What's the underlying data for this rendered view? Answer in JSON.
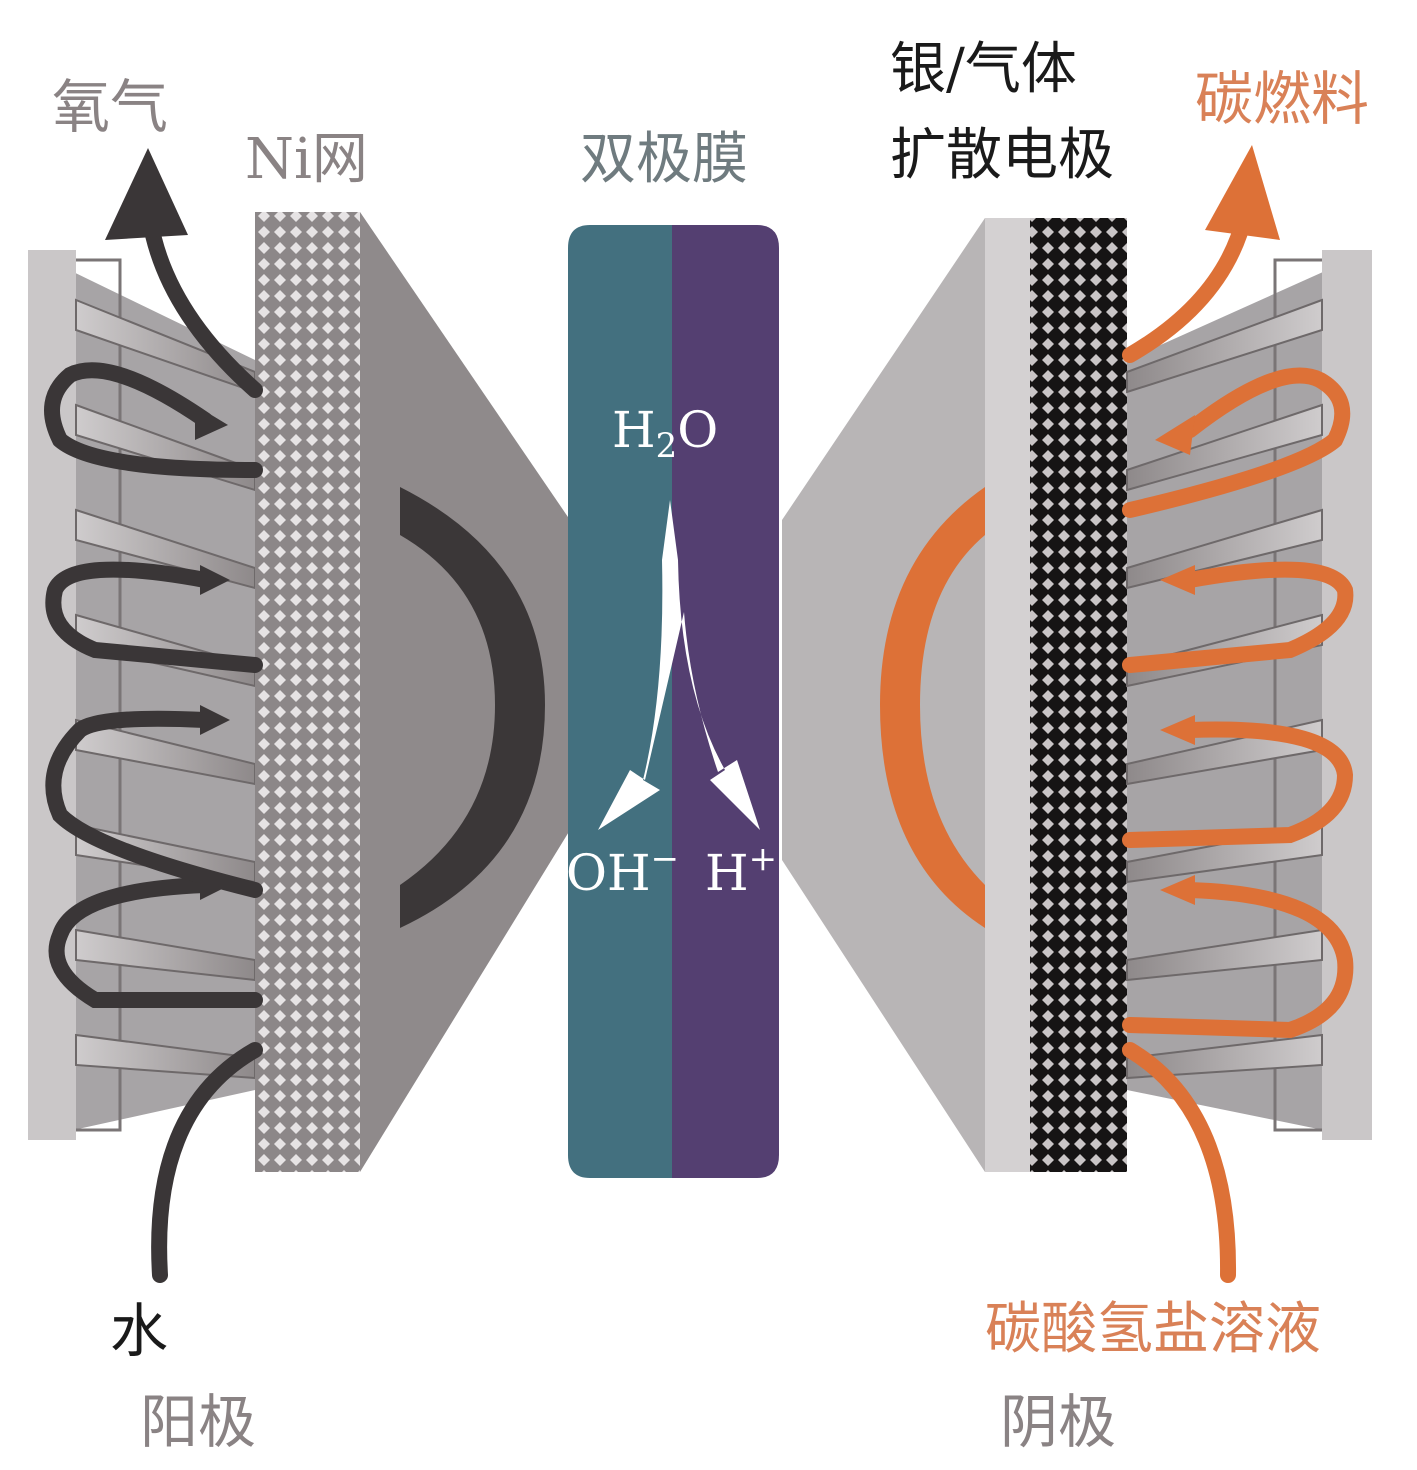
{
  "labels": {
    "oxygen": "氧气",
    "ni_mesh": "Ni网",
    "bipolar_membrane": "双极膜",
    "silver_gde_line1": "银/气体",
    "silver_gde_line2": "扩散电极",
    "carbon_fuel": "碳燃料",
    "water": "水",
    "anode": "阳极",
    "bicarbonate_solution": "碳酸氢盐溶液",
    "cathode": "阴极"
  },
  "formulas": {
    "h2o": {
      "base1": "H",
      "sub": "2",
      "base2": "O"
    },
    "oh": {
      "base": "OH",
      "sup": "−"
    },
    "h": {
      "base": "H",
      "sup": "+"
    }
  },
  "colors": {
    "dark_arrow": "#3a3637",
    "orange_arrow": "#dd7137",
    "label_gray": "#8a8384",
    "label_black": "#1a1a1a",
    "label_orange": "#d98157",
    "membrane_left": "#43707f",
    "membrane_right": "#543f71",
    "plate_gray": "#a9a6a8",
    "electrode_left": "#8f8a8b",
    "electrode_right": "#b7b4b5"
  }
}
